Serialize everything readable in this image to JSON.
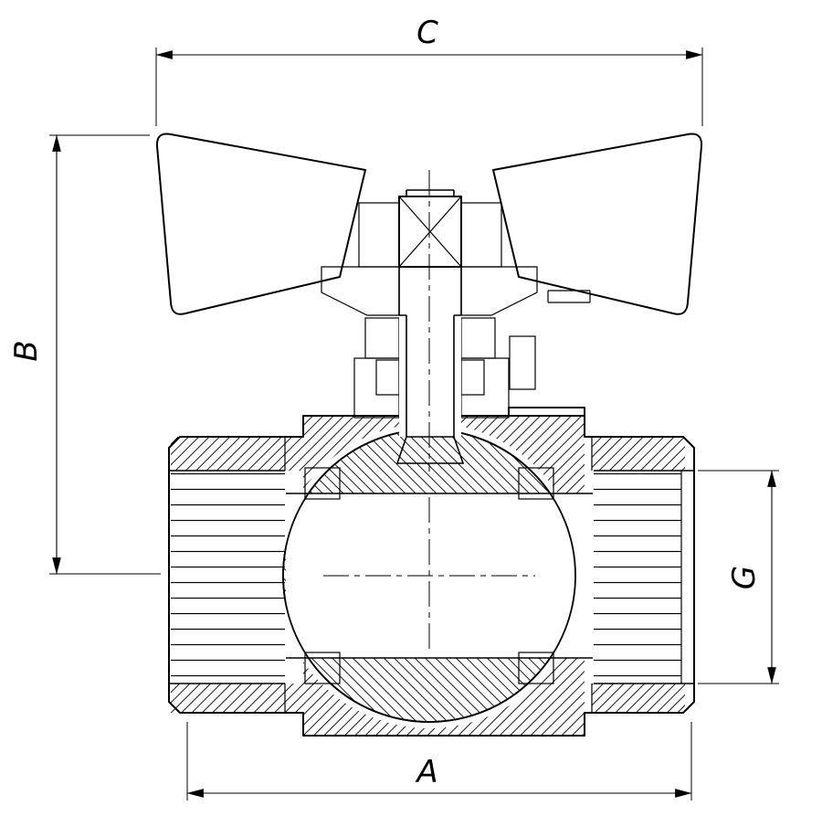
{
  "meta": {
    "type": "technical-drawing",
    "subject": "ball-valve-with-butterfly-handle-cross-section"
  },
  "dimensions": {
    "C": "C",
    "B": "B",
    "A": "A",
    "G": "G"
  },
  "colors": {
    "line": "#000000",
    "background": "#ffffff"
  }
}
